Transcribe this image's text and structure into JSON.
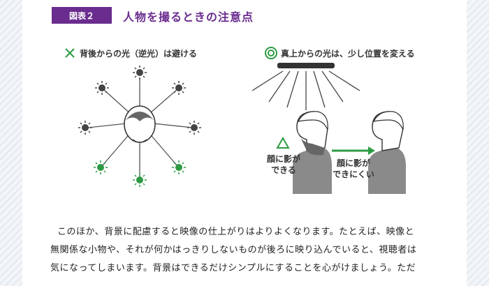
{
  "figure": {
    "label": "図表２",
    "title": "人物を撮るときの注意点"
  },
  "left_panel": {
    "caption": "背後からの光（逆光）は避ける",
    "mark_icon": "cross-mark-icon",
    "colors": {
      "mark": "#2e9a43",
      "good_sun": "#2e9a43",
      "bad_sun": "#444444"
    }
  },
  "right_panel": {
    "caption": "真上からの光は、少し位置を変える",
    "mark_icon": "double-circle-icon",
    "triangle_icon": "triangle-icon",
    "label_shadow": [
      "顔に影が",
      "できる"
    ],
    "label_no_shadow": [
      "顔に影が",
      "できにくい"
    ],
    "colors": {
      "mark": "#2e9a43",
      "arrow": "#2e9a43",
      "body": "#8a8a8a"
    }
  },
  "body": {
    "lines": [
      "このほか、背景に配慮すると映像の仕上がりはよりよくなります。たとえば、映像と",
      "無関係な小物や、それが何かはっきりしないものが後ろに映り込んでいると、視聴者は",
      "気になってしまいます。背景はできるだけシンプルにすることを心がけましょう。ただ"
    ]
  }
}
